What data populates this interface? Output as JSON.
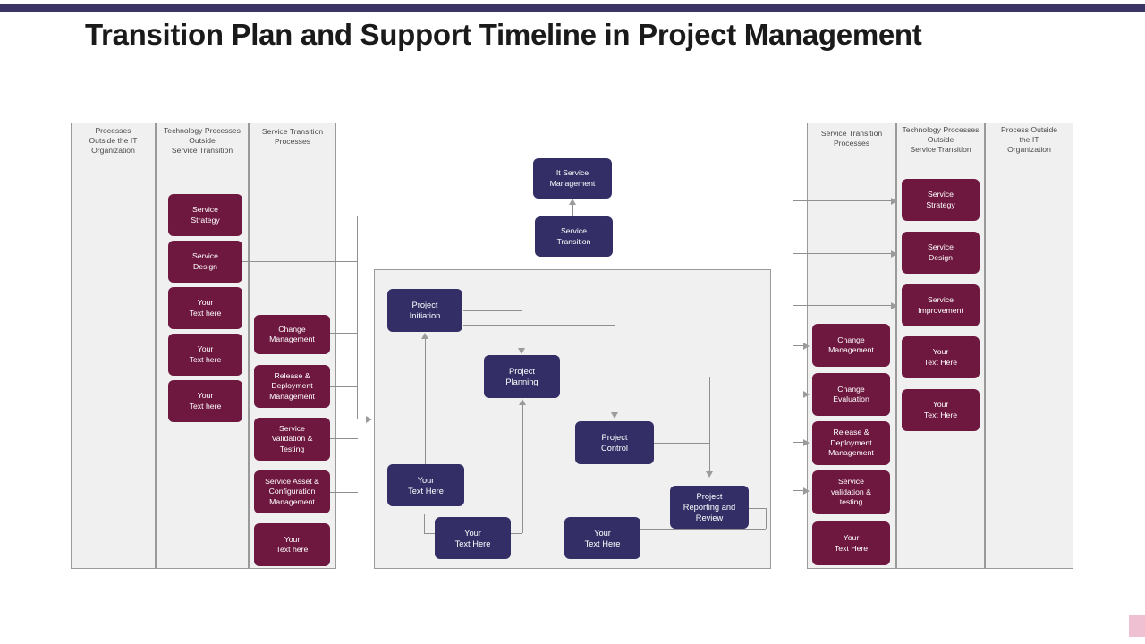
{
  "header": {
    "title": "Transition Plan and Support Timeline in Project Management",
    "bar_color": "#3b3565"
  },
  "colors": {
    "maroon": "#6e1840",
    "navy": "#332f66",
    "panel_fill": "#f0f0f0",
    "panel_border": "#9a9a9a",
    "connector": "#8f8f8f",
    "accent_pink": "#eec0d2"
  },
  "left_section": {
    "columns": [
      {
        "header": "Processes\nOutside the IT\nOrganization",
        "header_lines": [
          "Processes",
          "Outside the IT",
          "Organization"
        ],
        "nodes": []
      },
      {
        "header_lines": [
          "Technology Processes",
          "Outside",
          "Service Transition"
        ],
        "nodes": [
          {
            "lines": [
              "Service",
              "Strategy"
            ]
          },
          {
            "lines": [
              "Service",
              "Design"
            ]
          },
          {
            "lines": [
              "Your",
              "Text here"
            ]
          },
          {
            "lines": [
              "Your",
              "Text here"
            ]
          },
          {
            "lines": [
              "Your",
              "Text here"
            ]
          }
        ]
      },
      {
        "header_lines": [
          "Service Transition",
          "Processes"
        ],
        "nodes": [
          {
            "lines": [
              "Change",
              "Management"
            ]
          },
          {
            "lines": [
              "Release &",
              "Deployment",
              "Management"
            ]
          },
          {
            "lines": [
              "Service",
              "Validation &",
              "Testing"
            ]
          },
          {
            "lines": [
              "Service Asset &",
              "Configuration",
              "Management"
            ]
          },
          {
            "lines": [
              "Your",
              "Text here"
            ]
          }
        ]
      }
    ]
  },
  "top_center": {
    "nodes": [
      {
        "lines": [
          "It Service",
          "Management"
        ]
      },
      {
        "lines": [
          "Service",
          "Transition"
        ]
      }
    ]
  },
  "center_flow": {
    "nodes": [
      {
        "id": "project-initiation",
        "lines": [
          "Project",
          "Initiation"
        ]
      },
      {
        "id": "project-planning",
        "lines": [
          "Project",
          "Planning"
        ]
      },
      {
        "id": "project-control",
        "lines": [
          "Project",
          "Control"
        ]
      },
      {
        "id": "project-reporting-and-review",
        "lines": [
          "Project",
          "Reporting and",
          "Review"
        ]
      },
      {
        "id": "your-text-here-left",
        "lines": [
          "Your",
          "Text Here"
        ]
      },
      {
        "id": "your-text-here-bottom-left",
        "lines": [
          "Your",
          "Text Here"
        ]
      },
      {
        "id": "your-text-here-bottom-right",
        "lines": [
          "Your",
          "Text Here"
        ]
      }
    ]
  },
  "right_section": {
    "columns": [
      {
        "header_lines": [
          "Service Transition",
          "Processes"
        ],
        "nodes": [
          {
            "lines": [
              "Change",
              "Management"
            ]
          },
          {
            "lines": [
              "Change",
              "Evaluation"
            ]
          },
          {
            "lines": [
              "Release &",
              "Deployment",
              "Management"
            ]
          },
          {
            "lines": [
              "Service",
              "validation &",
              "testing"
            ]
          },
          {
            "lines": [
              "Your",
              "Text Here"
            ]
          }
        ]
      },
      {
        "header_lines": [
          "Technology Processes",
          "Outside",
          "Service Transition"
        ],
        "nodes": [
          {
            "lines": [
              "Service",
              "Strategy"
            ]
          },
          {
            "lines": [
              "Service",
              "Design"
            ]
          },
          {
            "lines": [
              "Service",
              "Improvement"
            ]
          },
          {
            "lines": [
              "Your",
              "Text Here"
            ]
          },
          {
            "lines": [
              "Your",
              "Text Here"
            ]
          }
        ]
      },
      {
        "header_lines": [
          "Process Outside",
          "the IT",
          "Organization"
        ],
        "nodes": []
      }
    ]
  }
}
